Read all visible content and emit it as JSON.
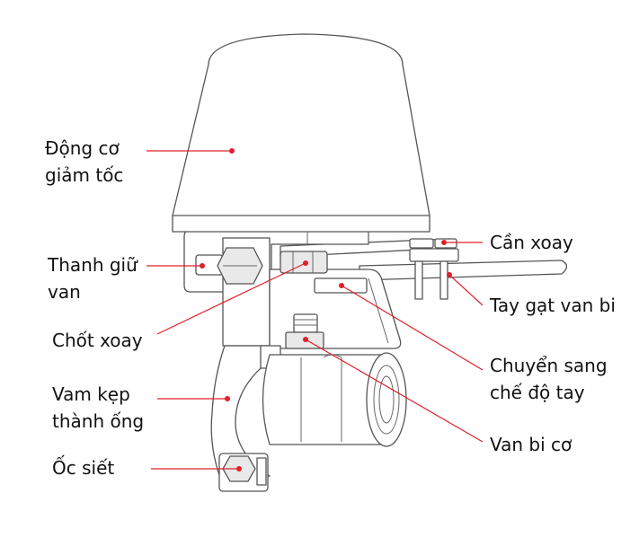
{
  "labels": {
    "motor": [
      "Động cơ",
      "giảm tốc"
    ],
    "holder": [
      "Thanh giữ",
      "van"
    ],
    "pivot_pin": "Chốt xoay",
    "clamp": [
      "Vam kẹp",
      "thành ống"
    ],
    "screw": "Ốc siết",
    "lever": "Cần xoay",
    "handle": "Tay gạt van bi",
    "manual": [
      "Chuyển sang",
      "chế độ tay"
    ],
    "ball_valve": "Van bi cơ"
  },
  "colors": {
    "leader": "#e0202a",
    "outline": "#555555",
    "text": "#111111"
  }
}
